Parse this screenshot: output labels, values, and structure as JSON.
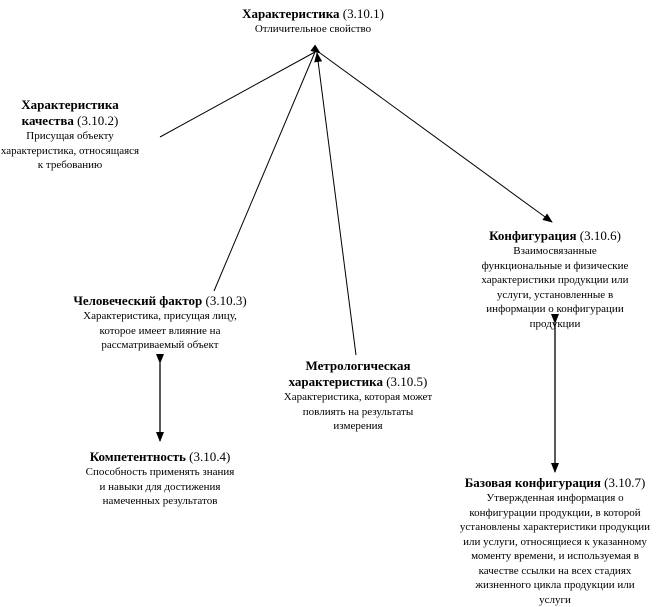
{
  "nodes": {
    "characteristic": {
      "name": "Характеристика",
      "code": "(3.10.1)",
      "lines": [
        "Отличительное свойство"
      ]
    },
    "quality": {
      "name1": "Характеристика",
      "name2": "качества",
      "code": "(3.10.2)",
      "lines": [
        "Присущая объекту",
        "характеристика, относящаяся",
        "к требованию"
      ]
    },
    "human": {
      "name": "Человеческий фактор",
      "code": "(3.10.3)",
      "lines": [
        "Характеристика, присущая лицу,",
        "которое имеет влияние на",
        "рассматриваемый объект"
      ]
    },
    "competence": {
      "name": "Компетентность",
      "code": "(3.10.4)",
      "lines": [
        "Способность применять знания",
        "и навыки для достижения",
        "намеченных результатов"
      ]
    },
    "metrology": {
      "name1": "Метрологическая",
      "name2": "характеристика",
      "code": "(3.10.5)",
      "lines": [
        "Характеристика, которая может",
        "повлиять на результаты",
        "измерения"
      ]
    },
    "configuration": {
      "name": "Конфигурация",
      "code": "(3.10.6)",
      "lines": [
        "Взаимосвязанные",
        "функциональные и физические",
        "характеристики продукции или",
        "услуги, установленные в",
        "информации о конфигурации",
        "продукции"
      ]
    },
    "baseline": {
      "name": "Базовая конфигурация",
      "code": "(3.10.7)",
      "lines": [
        "Утвержденная информация о",
        "конфигурации продукции, в которой",
        "установлены характеристики продукции",
        "или услуги, относящиеся к указанному",
        "моменту времени, и используемая в",
        "качестве ссылки на всех стадиях",
        "жизненного цикла продукции или",
        "услуги"
      ]
    }
  }
}
